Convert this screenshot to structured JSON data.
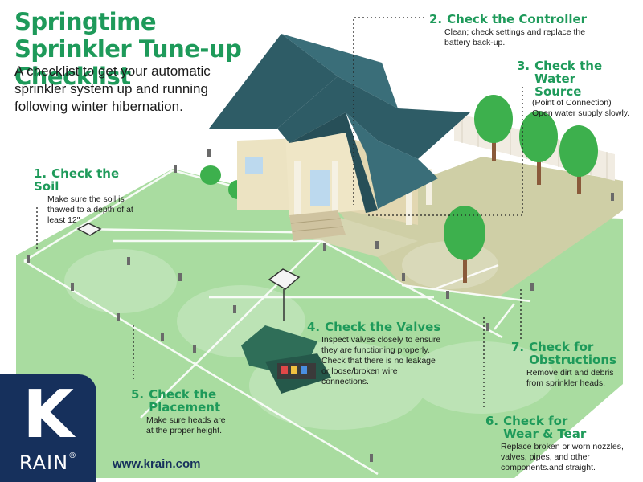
{
  "title": "Springtime Sprinkler Tune-up Checklist",
  "subtitle": "A checklist to get your automatic sprinkler system up and running following winter hibernation.",
  "steps": [
    {
      "num": "1.",
      "title": "Check the Soil",
      "text": "Make sure the soil is thawed to a depth of at least 12\""
    },
    {
      "num": "2.",
      "title": "Check the  Controller",
      "text": "Clean; check settings and replace the battery back-up."
    },
    {
      "num": "3.",
      "title": "Check the Water Source",
      "sub": "(Point of Connection)",
      "text": "Open water supply slowly."
    },
    {
      "num": "4.",
      "title": "Check the Valves",
      "text": "Inspect valves closely to ensure they are functioning properly. Check that there is no leakage or loose/broken wire connections."
    },
    {
      "num": "5.",
      "title": "Check the Placement",
      "text": "Make sure heads are at the proper height."
    },
    {
      "num": "6.",
      "title": "Check for Wear & Tear",
      "text": "Replace broken or worn nozzles, valves, pipes, and other components.and straight."
    },
    {
      "num": "7.",
      "title": "Check for Obstructions",
      "text": "Remove dirt and debris from sprinkler heads."
    }
  ],
  "logo": {
    "letter": "K",
    "word": "RAIN",
    "mark": "®"
  },
  "url": "www.krain.com",
  "colors": {
    "brand_green": "#1e9a5a",
    "brand_navy": "#16305c",
    "lawn": "#a9dca0",
    "roof": "#2e5c66"
  }
}
